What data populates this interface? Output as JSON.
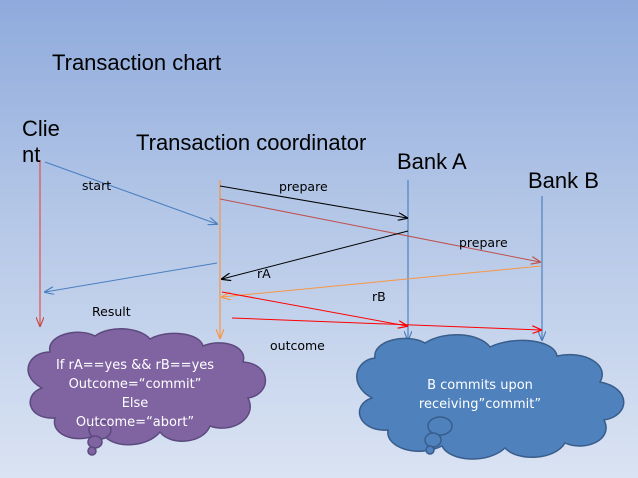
{
  "title": "Transaction chart",
  "participants": {
    "client": [
      "Clie",
      "nt"
    ],
    "coordinator": "Transaction coordinator",
    "bank_a": "Bank A",
    "bank_b": "Bank B"
  },
  "messages": {
    "start": "start",
    "prepare_a": "prepare",
    "prepare_b": "prepare",
    "ra": "rA",
    "rb": "rB",
    "result": "Result",
    "outcome": "outcome"
  },
  "notes": {
    "coordinator_logic": [
      "If rA==yes && rB==yes",
      "Outcome=“commit”",
      "Else",
      "Outcome=“abort”"
    ],
    "bank_b_logic": [
      "B commits upon",
      "receiving”commit”"
    ]
  },
  "colors": {
    "background_top": "#8faadc",
    "background_bottom": "#dae3f3",
    "client_line": "#e0504a",
    "coordinator_line": "#f79646",
    "bank_line": "#4f81bd",
    "arrow_blue": "#4a7ebf",
    "arrow_black": "#000000",
    "arrow_red": "#c0504d",
    "arrow_orange": "#f79646",
    "arrow_bright_red": "#ff0000",
    "cloud_purple": "#8064a2",
    "cloud_blue": "#4f81bd"
  }
}
